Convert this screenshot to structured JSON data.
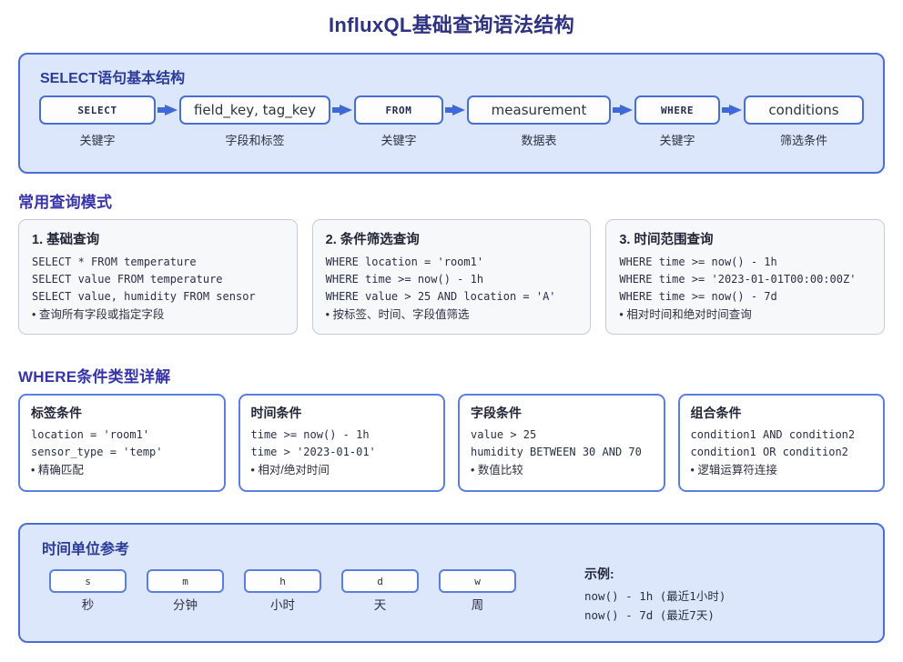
{
  "title": "InfluxQL基础查询语法结构",
  "select_panel": {
    "title": "SELECT语句基本结构",
    "steps": [
      {
        "token": "SELECT",
        "kind": "kw",
        "label": "关键字",
        "width": 128
      },
      {
        "token": "field_key, tag_key",
        "kind": "val",
        "label": "字段和标签",
        "width": 166
      },
      {
        "token": "FROM",
        "kind": "kw",
        "label": "关键字",
        "width": 98
      },
      {
        "token": "measurement",
        "kind": "val",
        "label": "数据表",
        "width": 158
      },
      {
        "token": "WHERE",
        "kind": "kw",
        "label": "关键字",
        "width": 94
      },
      {
        "token": "conditions",
        "kind": "val",
        "label": "筛选条件",
        "width": 132
      }
    ]
  },
  "patterns_section": {
    "header": "常用查询模式",
    "cards": [
      {
        "title": "1. 基础查询",
        "lines": [
          "SELECT * FROM temperature",
          "SELECT value FROM temperature",
          "SELECT value, humidity FROM sensor"
        ],
        "note": "• 查询所有字段或指定字段"
      },
      {
        "title": "2. 条件筛选查询",
        "lines": [
          "WHERE location = 'room1'",
          "WHERE time >= now() - 1h",
          "WHERE value > 25 AND location = 'A'"
        ],
        "note": "• 按标签、时间、字段值筛选"
      },
      {
        "title": "3. 时间范围查询",
        "lines": [
          "WHERE time >= now() - 1h",
          "WHERE time >= '2023-01-01T00:00:00Z'",
          "WHERE time >= now() - 7d"
        ],
        "note": "• 相对时间和绝对时间查询"
      }
    ]
  },
  "where_section": {
    "header": "WHERE条件类型详解",
    "cards": [
      {
        "title": "标签条件",
        "lines": [
          "location = 'room1'",
          "sensor_type = 'temp'"
        ],
        "note": "• 精确匹配"
      },
      {
        "title": "时间条件",
        "lines": [
          "time >= now() - 1h",
          "time > '2023-01-01'"
        ],
        "note": "• 相对/绝对时间"
      },
      {
        "title": "字段条件",
        "lines": [
          "value > 25",
          "humidity BETWEEN 30 AND 70"
        ],
        "note": "• 数值比较"
      },
      {
        "title": "组合条件",
        "lines": [
          "condition1 AND condition2",
          "condition1 OR condition2"
        ],
        "note": "• 逻辑运算符连接"
      }
    ]
  },
  "units_panel": {
    "title": "时间单位参考",
    "units": [
      {
        "symbol": "s",
        "label": "秒"
      },
      {
        "symbol": "m",
        "label": "分钟"
      },
      {
        "symbol": "h",
        "label": "小时"
      },
      {
        "symbol": "d",
        "label": "天"
      },
      {
        "symbol": "w",
        "label": "周"
      }
    ],
    "examples_title": "示例:",
    "examples": [
      "now() - 1h (最近1小时)",
      "now() - 7d (最近7天)"
    ]
  },
  "colors": {
    "title": "#2e3280",
    "section_header": "#3833a8",
    "panel_bg": "#dce7fb",
    "panel_border": "#4a6fd4",
    "arrow": "#4168d8",
    "card_bg": "#f7f8fa",
    "where_border": "#5a7fe0"
  }
}
